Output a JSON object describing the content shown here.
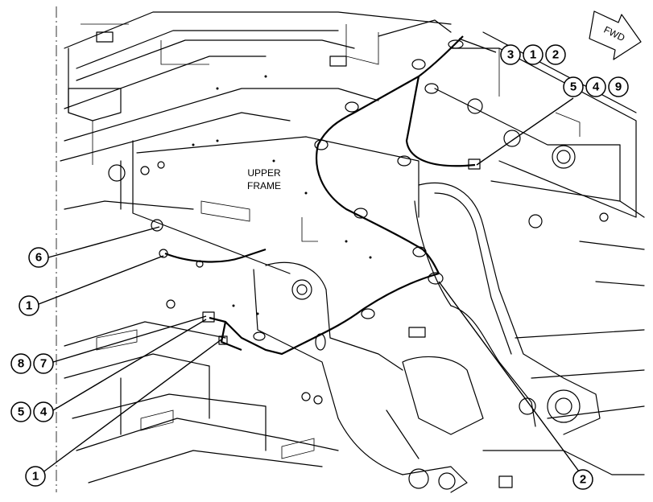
{
  "diagram": {
    "frame_label": [
      "UPPER",
      "FRAME"
    ],
    "direction_label": "FWD",
    "callouts": [
      {
        "id": "callout-3-1-2",
        "numbers": [
          "3",
          "1",
          "2"
        ]
      },
      {
        "id": "callout-5-4-9",
        "numbers": [
          "5",
          "4",
          "9"
        ]
      },
      {
        "id": "callout-6",
        "numbers": [
          "6"
        ]
      },
      {
        "id": "callout-1-upper",
        "numbers": [
          "1"
        ]
      },
      {
        "id": "callout-8-7",
        "numbers": [
          "8",
          "7"
        ]
      },
      {
        "id": "callout-5-4",
        "numbers": [
          "5",
          "4"
        ]
      },
      {
        "id": "callout-1-lower",
        "numbers": [
          "1"
        ]
      },
      {
        "id": "callout-2",
        "numbers": [
          "2"
        ]
      }
    ]
  }
}
